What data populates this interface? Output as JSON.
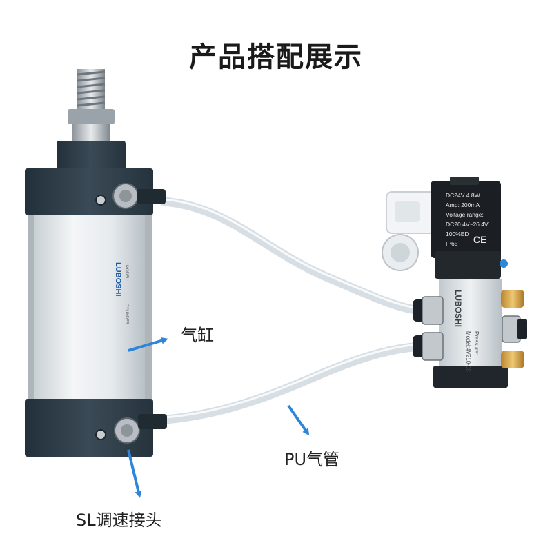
{
  "title": "产品搭配展示",
  "callouts": {
    "cylinder": "气缸",
    "pu_tube": "PU气管",
    "sl_fitting": "SL调速接头"
  },
  "cylinder_labels": {
    "brand": "LUBOSHI",
    "model_tag": "MODEL:",
    "spec": "CYLINDER"
  },
  "valve_labels": {
    "brand": "LUBOSHI",
    "model": "Model:4V210-08",
    "pressure": "Pressure:"
  },
  "coil_plate": {
    "line1": "DC24V   4.8W",
    "line2": "Amp:   200mA",
    "line3": "Voltage  range:",
    "line4": "DC20.4V~26.4V",
    "line5": "100%ED",
    "line6": "IP65",
    "ce": "CE"
  },
  "colors": {
    "arrow": "#2e86d8",
    "endcap": "#2e3b46",
    "tube": "#dfe6ea",
    "barrel": "#e8ecef"
  }
}
